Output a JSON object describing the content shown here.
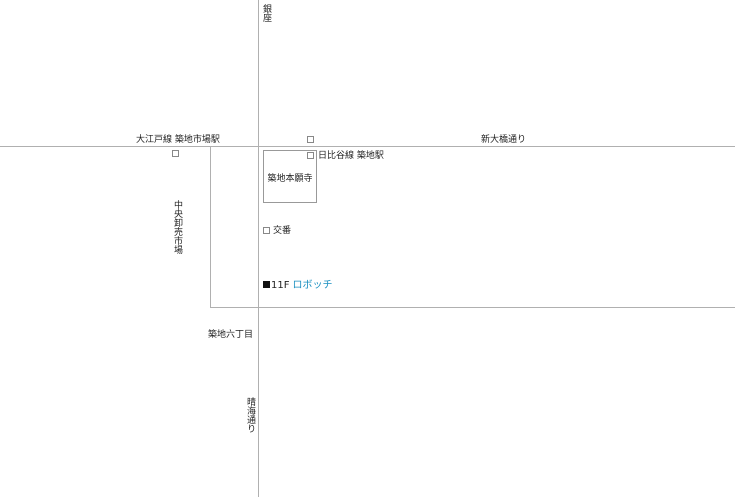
{
  "colors": {
    "road": "#b0b0b0",
    "text": "#222222",
    "shop_link": "#1a8fc0"
  },
  "labels": {
    "ginza": "銀座",
    "oedo_tsukijishijo_station": "大江戸線 築地市場駅",
    "shin_ohashi_dori": "新大橋通り",
    "hibiya_tsukiji_station": "日比谷線 築地駅",
    "tsukiji_honganji": "築地本願寺",
    "central_wholesale_market": "中央卸売市場",
    "koban": "交番",
    "tsukiji_6chome": "築地六丁目",
    "harumi_dori": "晴海通り"
  },
  "destination": {
    "floor": "11F",
    "shop_name": "ロボッチ",
    "marker_icon": "filled-square-icon"
  },
  "icons": {
    "station_marker": "hollow-square-icon"
  }
}
